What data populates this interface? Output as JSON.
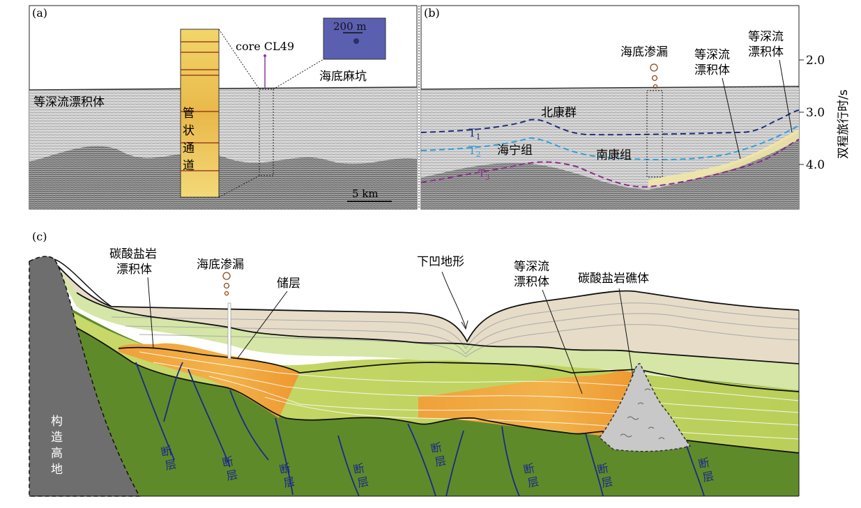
{
  "panel_a": {
    "label": "(a)",
    "contourite": "等深流漂积体",
    "pipe": [
      "管",
      "状",
      "通",
      "道"
    ],
    "core": "core CL49",
    "pockmark_scale": "200 m",
    "pockmark": "海底麻坑",
    "scale": "5 km"
  },
  "panel_b": {
    "label": "(b)",
    "seep": "海底渗漏",
    "contourite_1": [
      "等深流",
      "漂积体"
    ],
    "contourite_2": [
      "等深流",
      "漂积体"
    ],
    "beikang": "北康群",
    "haining": "海宁组",
    "nankang": "南康组",
    "t1": "T",
    "t1_sub": "1",
    "t2": "T",
    "t2_sub": "2",
    "t3": "T",
    "t3_sub": "3",
    "axis_label": "双程旅行时/s",
    "ticks": [
      "2.0",
      "3.0",
      "4.0"
    ]
  },
  "panel_c": {
    "label": "(c)",
    "carb_drift": [
      "碳酸盐岩",
      "漂积体"
    ],
    "seep": "海底渗漏",
    "reservoir": "储层",
    "depression": "下凹地形",
    "contourite": [
      "等深流",
      "漂积体"
    ],
    "reef": "碳酸盐岩礁体",
    "high": [
      "构",
      "造",
      "高",
      "地"
    ],
    "fault": [
      "断",
      "层"
    ]
  },
  "colors": {
    "t1": "#1f2f7a",
    "t2": "#2f9ed8",
    "t3": "#8a2b8c",
    "green_dark": "#5f8a2a",
    "green_light": "#cfe4a0",
    "sand": "#e6dcc8",
    "orange": "#f0a030",
    "gray_high": "#6e6e6e",
    "fault": "#1a2a8a"
  }
}
